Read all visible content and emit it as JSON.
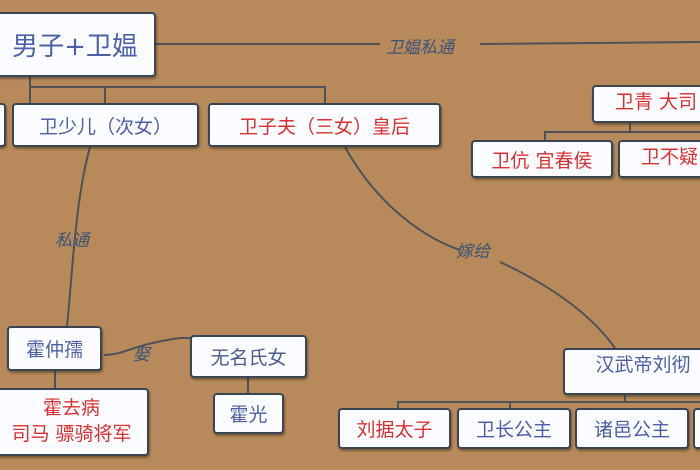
{
  "nodes": {
    "root": "男子+卫媪",
    "wei_shaoer": "卫少儿（次女）",
    "wei_zifu": "卫子夫（三女）皇后",
    "wei_qing": "卫青 大司",
    "wei_kang": "卫伉 宜春侯",
    "wei_buyi": "卫不疑",
    "huo_zhongru": "霍仲孺",
    "wuming": "无名氏女",
    "huo_guang": "霍光",
    "huo_qubing_1": "霍去病",
    "huo_qubing_2": "司马 骠骑将军",
    "han_wudi": "汉武帝刘彻",
    "liu_ju": "刘据太子",
    "wei_zhang": "卫长公主",
    "zhuyi": "诸邑公主"
  },
  "edge_labels": {
    "wei_ao_sitong": "卫媪私通",
    "sitong": "私通",
    "qu": "娶",
    "jiagei": "嫁给"
  },
  "colors": {
    "background": "#b88a5b",
    "blue_text": "#4a5fa8",
    "red_text": "#d8302f",
    "line": "#4a4e55"
  }
}
